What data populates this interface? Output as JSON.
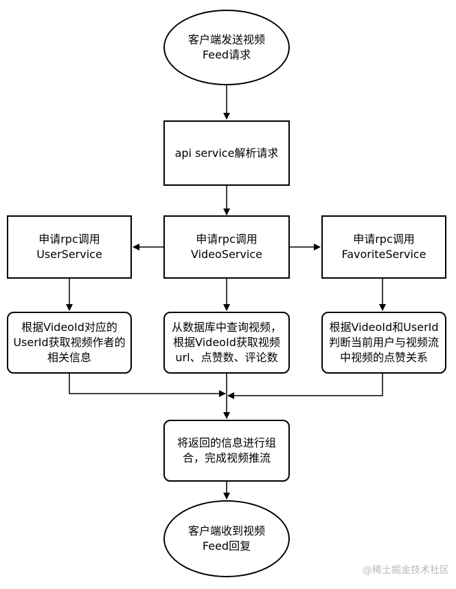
{
  "nodes": {
    "start": "客户端发送视频Feed请求",
    "api": "api service解析请求",
    "rpc_user": "申请rpc调用 UserService",
    "rpc_video": "申请rpc调用 VideoService",
    "rpc_fav": "申请rpc调用 FavoriteService",
    "user_info": "根据VideoId对应的UserId获取视频作者的相关信息",
    "video_query": "从数据库中查询视频，根据VideoId获取视频url、点赞数、评论数",
    "fav_check": "根据VideoId和UserId判断当前用户与视频流中视频的点赞关系",
    "combine": "将返回的信息进行组合，完成视频推流",
    "end": "客户端收到视频Feed回复"
  },
  "watermark": "@稀土掘金技术社区"
}
